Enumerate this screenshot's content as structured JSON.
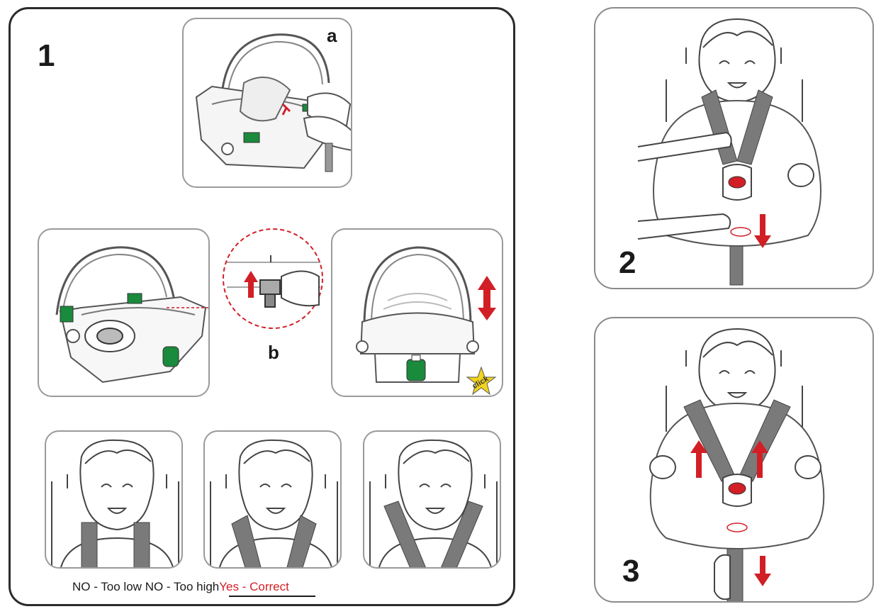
{
  "steps": {
    "one": "1",
    "two": "2",
    "three": "3"
  },
  "sub_labels": {
    "a": "a",
    "b": "b"
  },
  "click_label": "click",
  "caption": {
    "too_low": "NO - Too low",
    "too_high": "NO - Too high",
    "correct": "Yes - Correct"
  },
  "colors": {
    "accent_red": "#d21f26",
    "strap_green": "#1a8a3c",
    "strap_gray": "#7a7a7a",
    "star_yellow": "#f2d41c"
  }
}
